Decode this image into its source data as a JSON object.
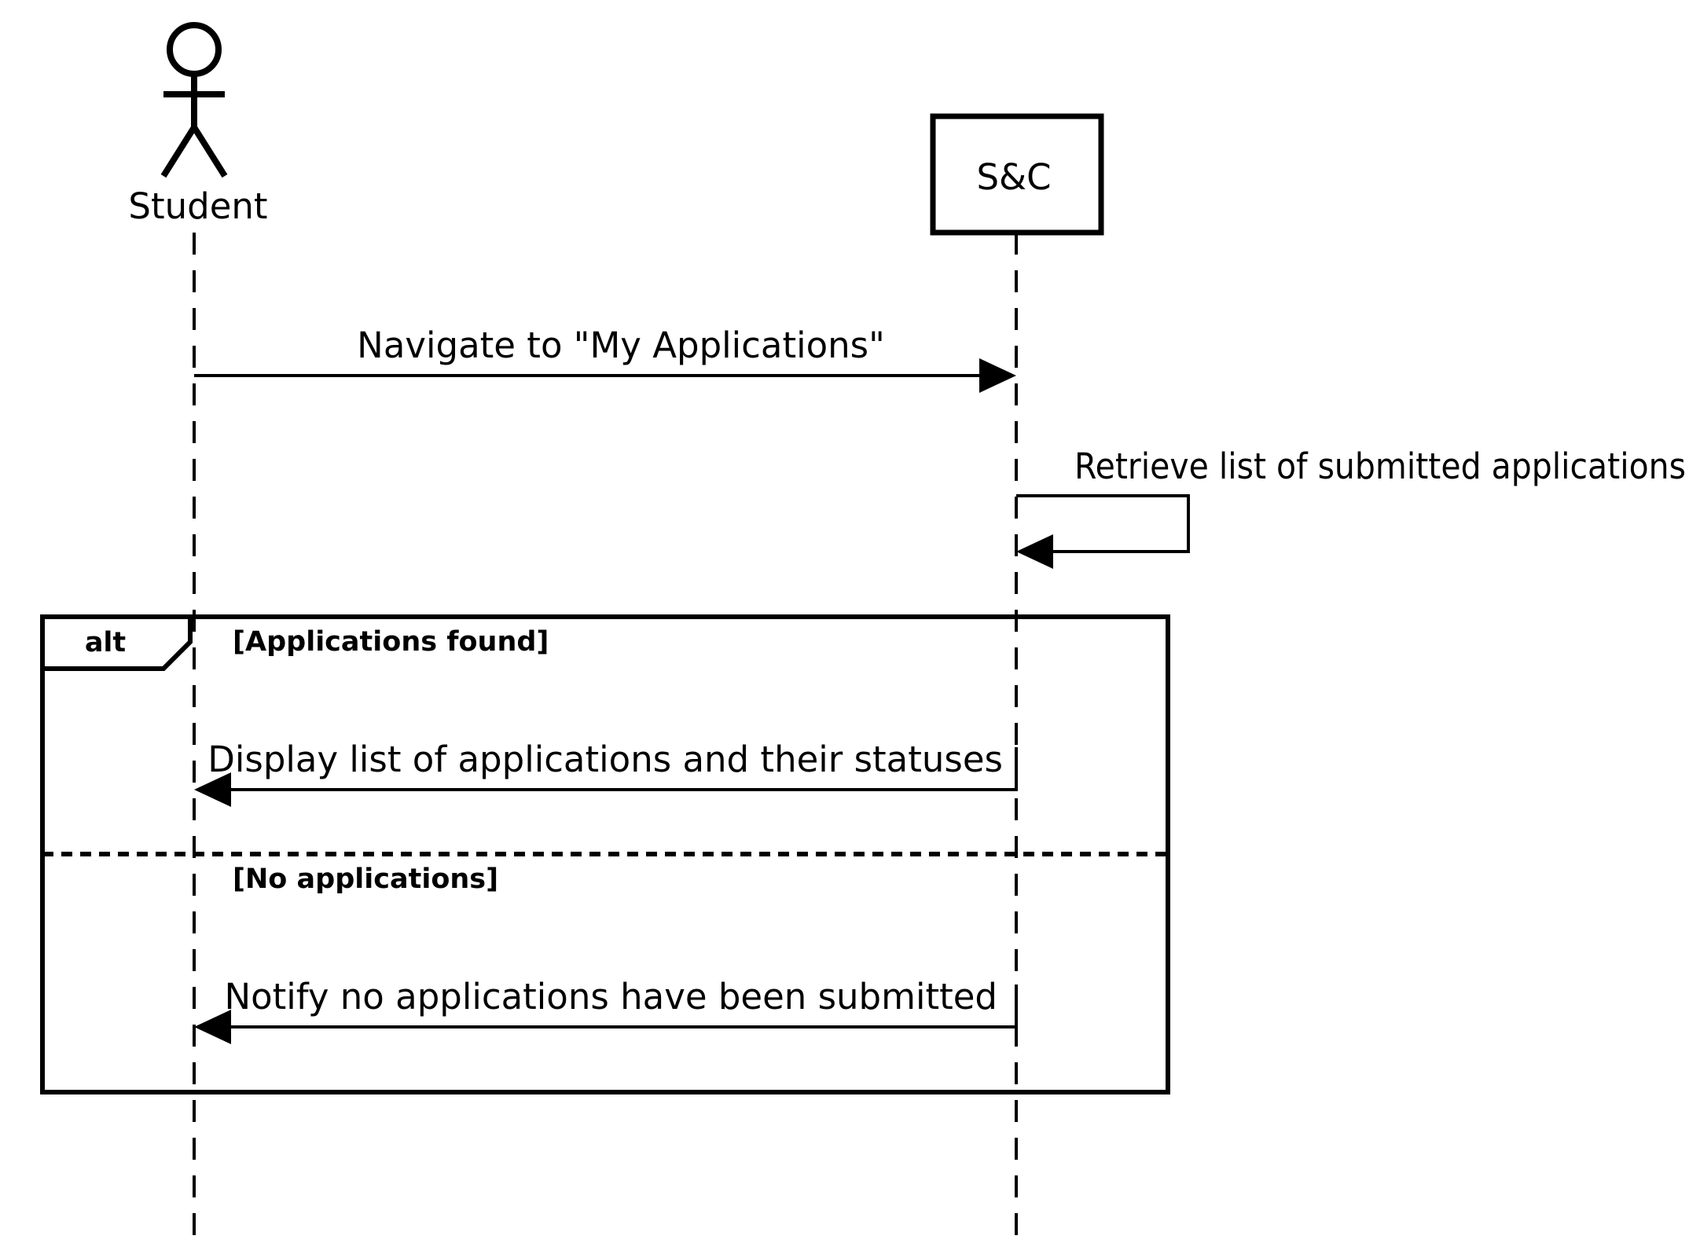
{
  "participants": {
    "student": {
      "kind": "actor",
      "label": "Student"
    },
    "sc": {
      "kind": "box",
      "label": "S&C"
    }
  },
  "messages": [
    {
      "from": "Student",
      "to": "S&C",
      "label": "Navigate to \"My Applications\""
    },
    {
      "from": "S&C",
      "to": "S&C",
      "label": "Retrieve list of submitted applications"
    },
    {
      "from": "S&C",
      "to": "Student",
      "label": "Display list of applications and their statuses"
    },
    {
      "from": "S&C",
      "to": "Student",
      "label": "Notify no applications have been submitted"
    }
  ],
  "alt_frame": {
    "operator": "alt",
    "guards": [
      "[Applications found]",
      "[No applications]"
    ]
  }
}
